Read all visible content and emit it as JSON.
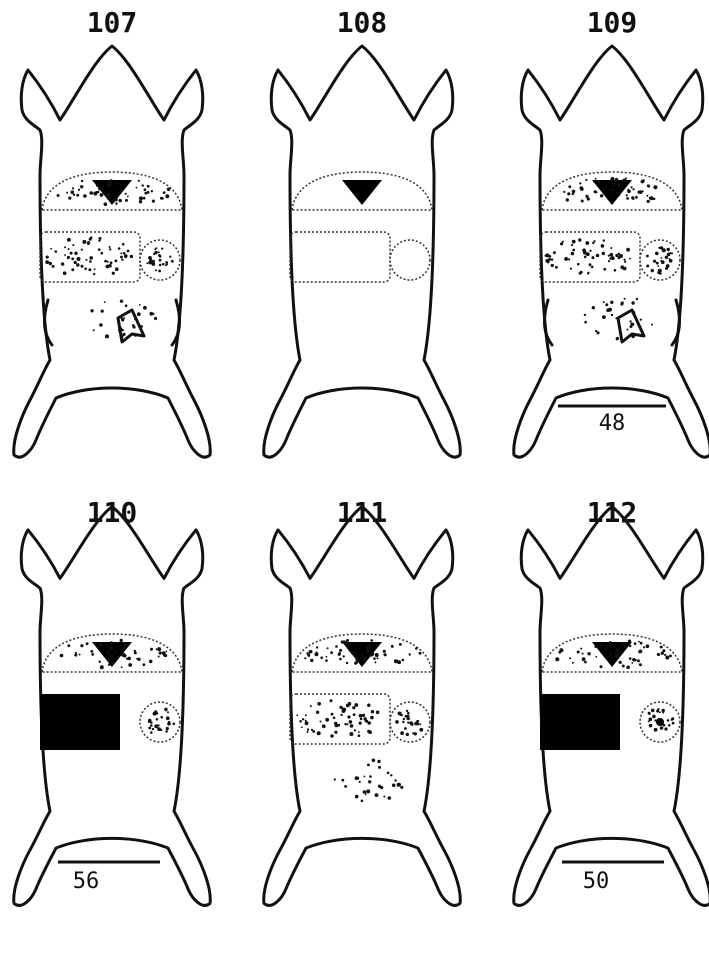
{
  "plate": {
    "figures": [
      {
        "number": "107",
        "measure": "",
        "dots_upper": true,
        "dots_middle": true,
        "dots_lower": true,
        "black_middle": false,
        "side_bars": true,
        "marker": true,
        "small_circle": false
      },
      {
        "number": "108",
        "measure": "",
        "dots_upper": false,
        "dots_middle": false,
        "dots_lower": false,
        "black_middle": false,
        "side_bars": false,
        "marker": false,
        "small_circle": false
      },
      {
        "number": "109",
        "measure": "48",
        "dots_upper": true,
        "dots_middle": true,
        "dots_lower": true,
        "black_middle": false,
        "side_bars": true,
        "marker": true,
        "small_circle": false
      },
      {
        "number": "110",
        "measure": "56",
        "dots_upper": true,
        "dots_middle": false,
        "dots_lower": false,
        "black_middle": true,
        "side_bars": false,
        "marker": false,
        "small_circle": false
      },
      {
        "number": "111",
        "measure": "",
        "dots_upper": true,
        "dots_middle": true,
        "dots_lower": true,
        "black_middle": false,
        "side_bars": false,
        "marker": false,
        "small_circle": false
      },
      {
        "number": "112",
        "measure": "50",
        "dots_upper": true,
        "dots_middle": false,
        "dots_lower": false,
        "black_middle": true,
        "side_bars": false,
        "marker": false,
        "small_circle": true
      }
    ]
  }
}
